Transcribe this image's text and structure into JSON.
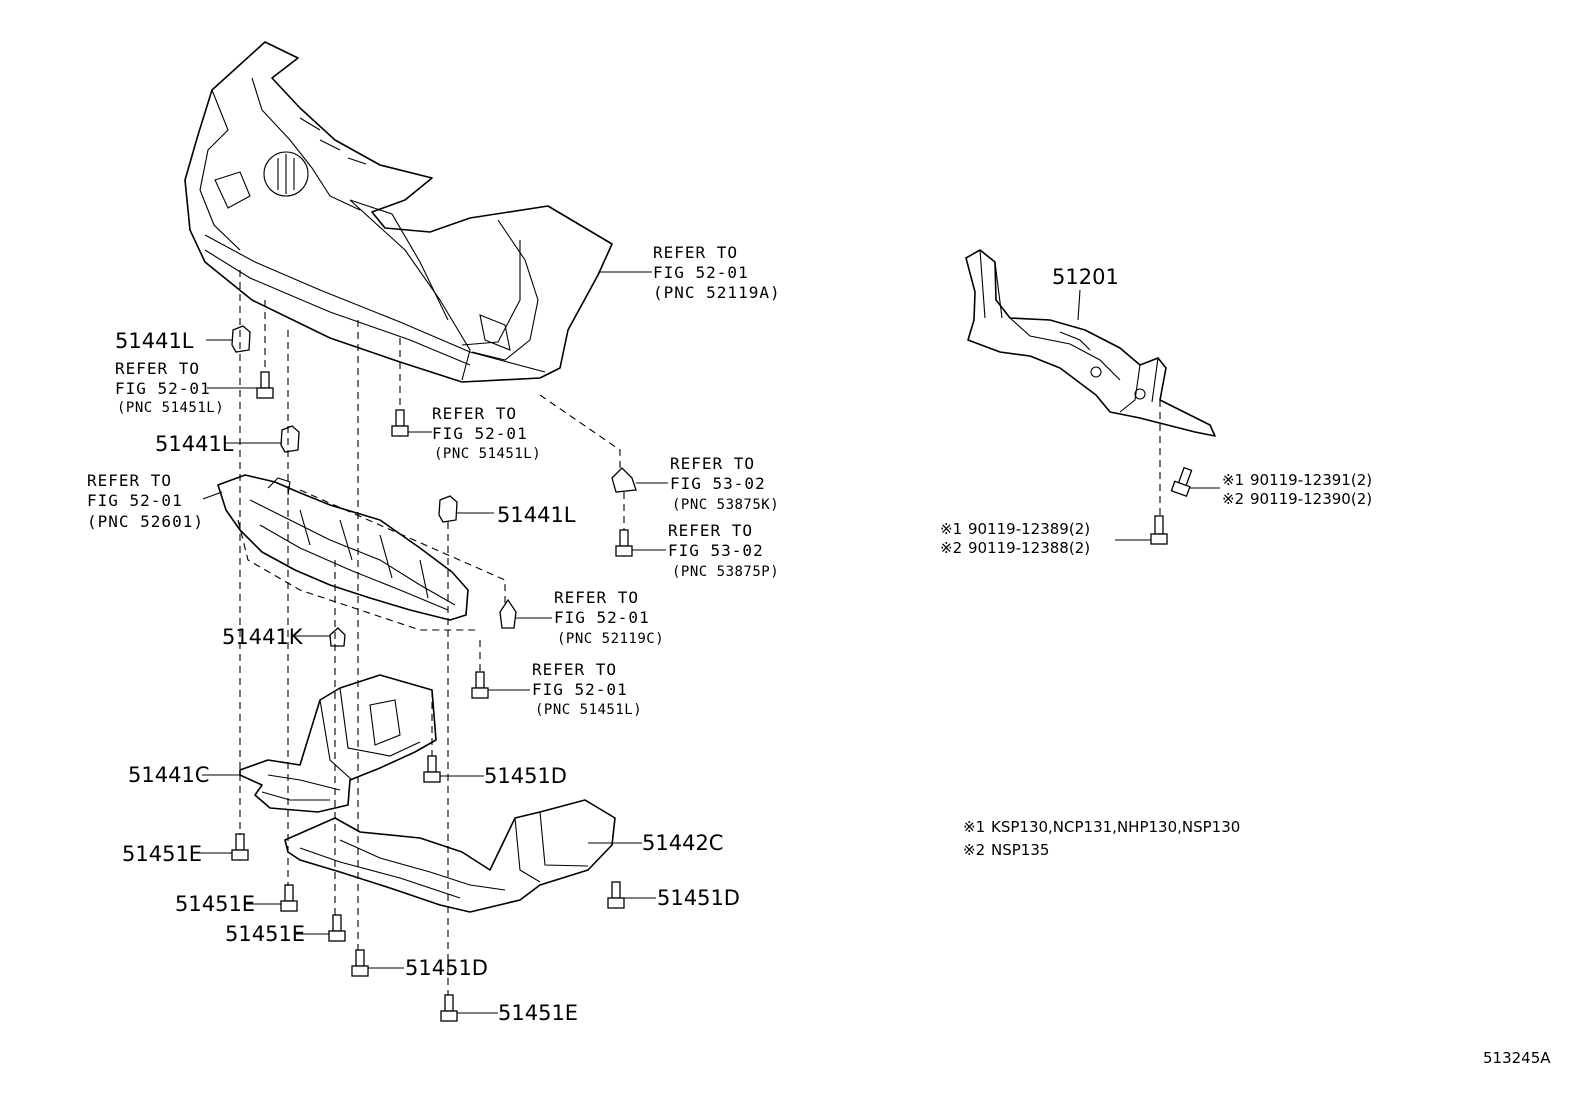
{
  "callouts": {
    "bumper_ref": {
      "l1": "REFER TO",
      "l2": "FIG 52-01",
      "l3": "(PNC 52119A)"
    },
    "member": "51201",
    "clip_top": "51441L",
    "ref_left_bolt": {
      "l1": "REFER TO",
      "l2": "FIG 52-01",
      "l3": "(PNC 51451L)"
    },
    "clip_mid": "51441L",
    "ref_center_bolt": {
      "l1": "REFER TO",
      "l2": "FIG 52-01",
      "l3": "(PNC 51451L)"
    },
    "ref_53875k": {
      "l1": "REFER TO",
      "l2": "FIG 53-02",
      "l3": "(PNC 53875K)"
    },
    "ref_52601": {
      "l1": "REFER TO",
      "l2": "FIG 52-01",
      "l3": "(PNC 52601)"
    },
    "clip_right": "51441L",
    "ref_53875p": {
      "l1": "REFER TO",
      "l2": "FIG 53-02",
      "l3": "(PNC 53875P)"
    },
    "ref_52119c": {
      "l1": "REFER TO",
      "l2": "FIG 52-01",
      "l3": "(PNC 52119C)"
    },
    "clip_k": "51441K",
    "ref_lower_bolt": {
      "l1": "REFER TO",
      "l2": "FIG 52-01",
      "l3": "(PNC 51451L)"
    },
    "cover_c": "51441C",
    "bolt_d1": "51451D",
    "cover_2c": "51442C",
    "bolt_e1": "51451E",
    "bolt_d2": "51451D",
    "bolt_e2": "51451E",
    "bolt_e3": "51451E",
    "bolt_d3": "51451D",
    "bolt_e4": "51451E"
  },
  "alternates": {
    "upper": [
      {
        "mark": "※1",
        "part": "90119-12391(2)"
      },
      {
        "mark": "※2",
        "part": "90119-12390(2)"
      }
    ],
    "lower": [
      {
        "mark": "※1",
        "part": "90119-12389(2)"
      },
      {
        "mark": "※2",
        "part": "90119-12388(2)"
      }
    ]
  },
  "notes": [
    {
      "mark": "※1",
      "text": "KSP130,NCP131,NHP130,NSP130"
    },
    {
      "mark": "※2",
      "text": "NSP135"
    }
  ],
  "figure_id": "513245A"
}
